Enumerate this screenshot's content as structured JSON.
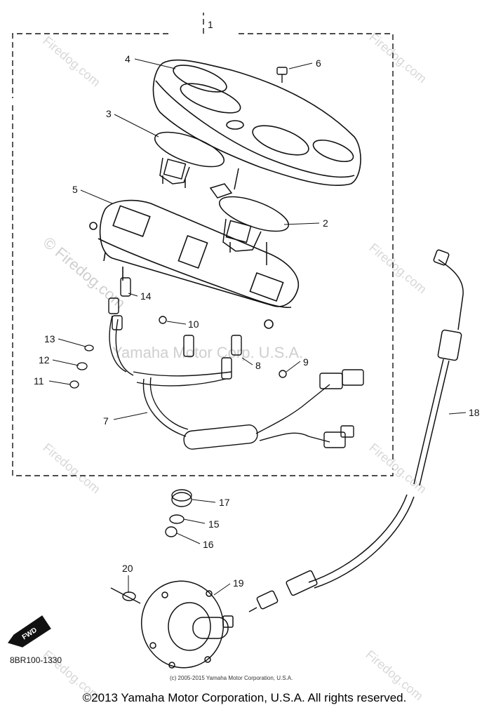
{
  "callouts": [
    "1",
    "2",
    "3",
    "4",
    "5",
    "6",
    "7",
    "8",
    "9",
    "10",
    "11",
    "12",
    "13",
    "14",
    "15",
    "16",
    "17",
    "18",
    "19",
    "20"
  ],
  "fwd_label": "FWD",
  "ref_code": "8BR100-1330",
  "image_credit": "(c) 2005-2015 Yamaha Motor Corporation, U.S.A.",
  "copyright": "©2013 Yamaha Motor Corporation, U.S.A. All rights reserved.",
  "watermarks": {
    "site": "Firedog.com",
    "site_copy": "© Firedog.com",
    "center": "Yamaha Motor Corp. U.S.A."
  }
}
